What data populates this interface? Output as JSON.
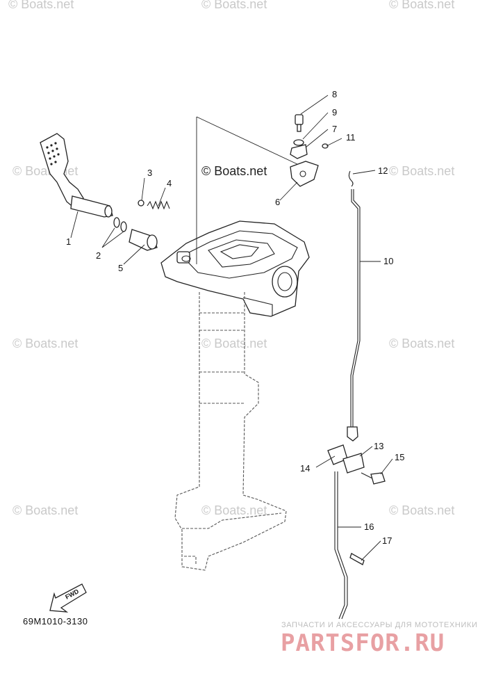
{
  "watermarks": {
    "text": "© Boats.net",
    "center": "© Boats.net"
  },
  "diagram": {
    "reference_code": "69M1010-3130",
    "fwd_label": "FWD",
    "callouts": [
      "1",
      "2",
      "3",
      "4",
      "5",
      "6",
      "7",
      "8",
      "9",
      "10",
      "11",
      "12",
      "13",
      "14",
      "15",
      "16",
      "17"
    ]
  },
  "brand": {
    "tagline": "ЗАПЧАСТИ И АКСЕССУАРЫ ДЛЯ МОТОТЕХНИКИ",
    "name": "PARTSFOR.RU",
    "color": "#e8a0a3"
  }
}
